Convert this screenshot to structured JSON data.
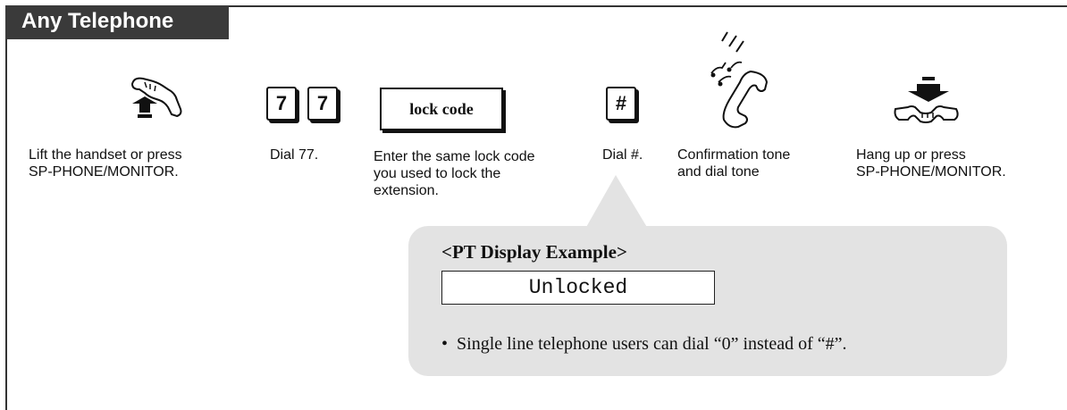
{
  "header": {
    "title": "Any Telephone"
  },
  "steps": [
    {
      "label_lines": [
        "Lift the handset or press",
        "SP-PHONE/MONITOR."
      ],
      "icon": "handset-lift-icon"
    },
    {
      "label_lines": [
        "Dial 77."
      ],
      "keys": [
        "7",
        "7"
      ]
    },
    {
      "label_lines": [
        "Enter the same lock code",
        "you used to lock the",
        "extension."
      ],
      "box": "lock code"
    },
    {
      "label_lines": [
        "Dial #."
      ],
      "keys": [
        "#"
      ]
    },
    {
      "label_lines": [
        "Confirmation tone",
        "and dial tone"
      ],
      "icon": "ringing-handset-icon"
    },
    {
      "label_lines": [
        "Hang up or press",
        "SP-PHONE/MONITOR."
      ],
      "icon": "handset-hangup-icon"
    }
  ],
  "callout": {
    "title": "<PT Display Example>",
    "display": "Unlocked",
    "note_bullet": "•",
    "note": "Single line telephone users can dial “0” instead of “#”."
  }
}
